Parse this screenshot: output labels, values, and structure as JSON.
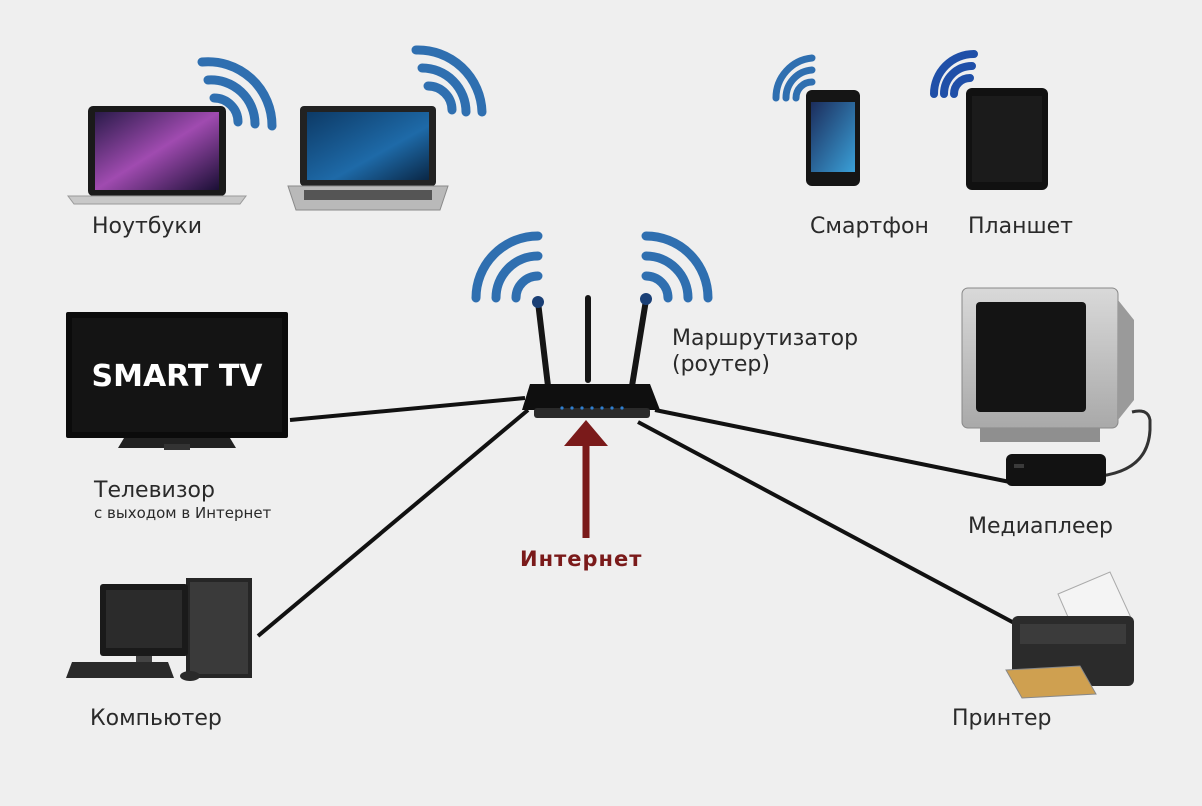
{
  "labels": {
    "laptops": "Ноутбуки",
    "smartphone": "Смартфон",
    "tablet": "Планшет",
    "router_line1": "Маршрутизатор",
    "router_line2": "(роутер)",
    "tv_line1": "Телевизор",
    "tv_line2": "с выходом в Интернет",
    "internet": "Интернет",
    "media_player": "Медиаплеер",
    "computer": "Компьютер",
    "printer": "Принтер"
  },
  "tv_screen": {
    "brand_text": "SMART TV"
  },
  "colors": {
    "background": "#efefef",
    "wifi": "#2f6fb0",
    "cable": "#111111",
    "internet_arrow": "#7a1a1a",
    "label_text": "#2a2a2a"
  }
}
